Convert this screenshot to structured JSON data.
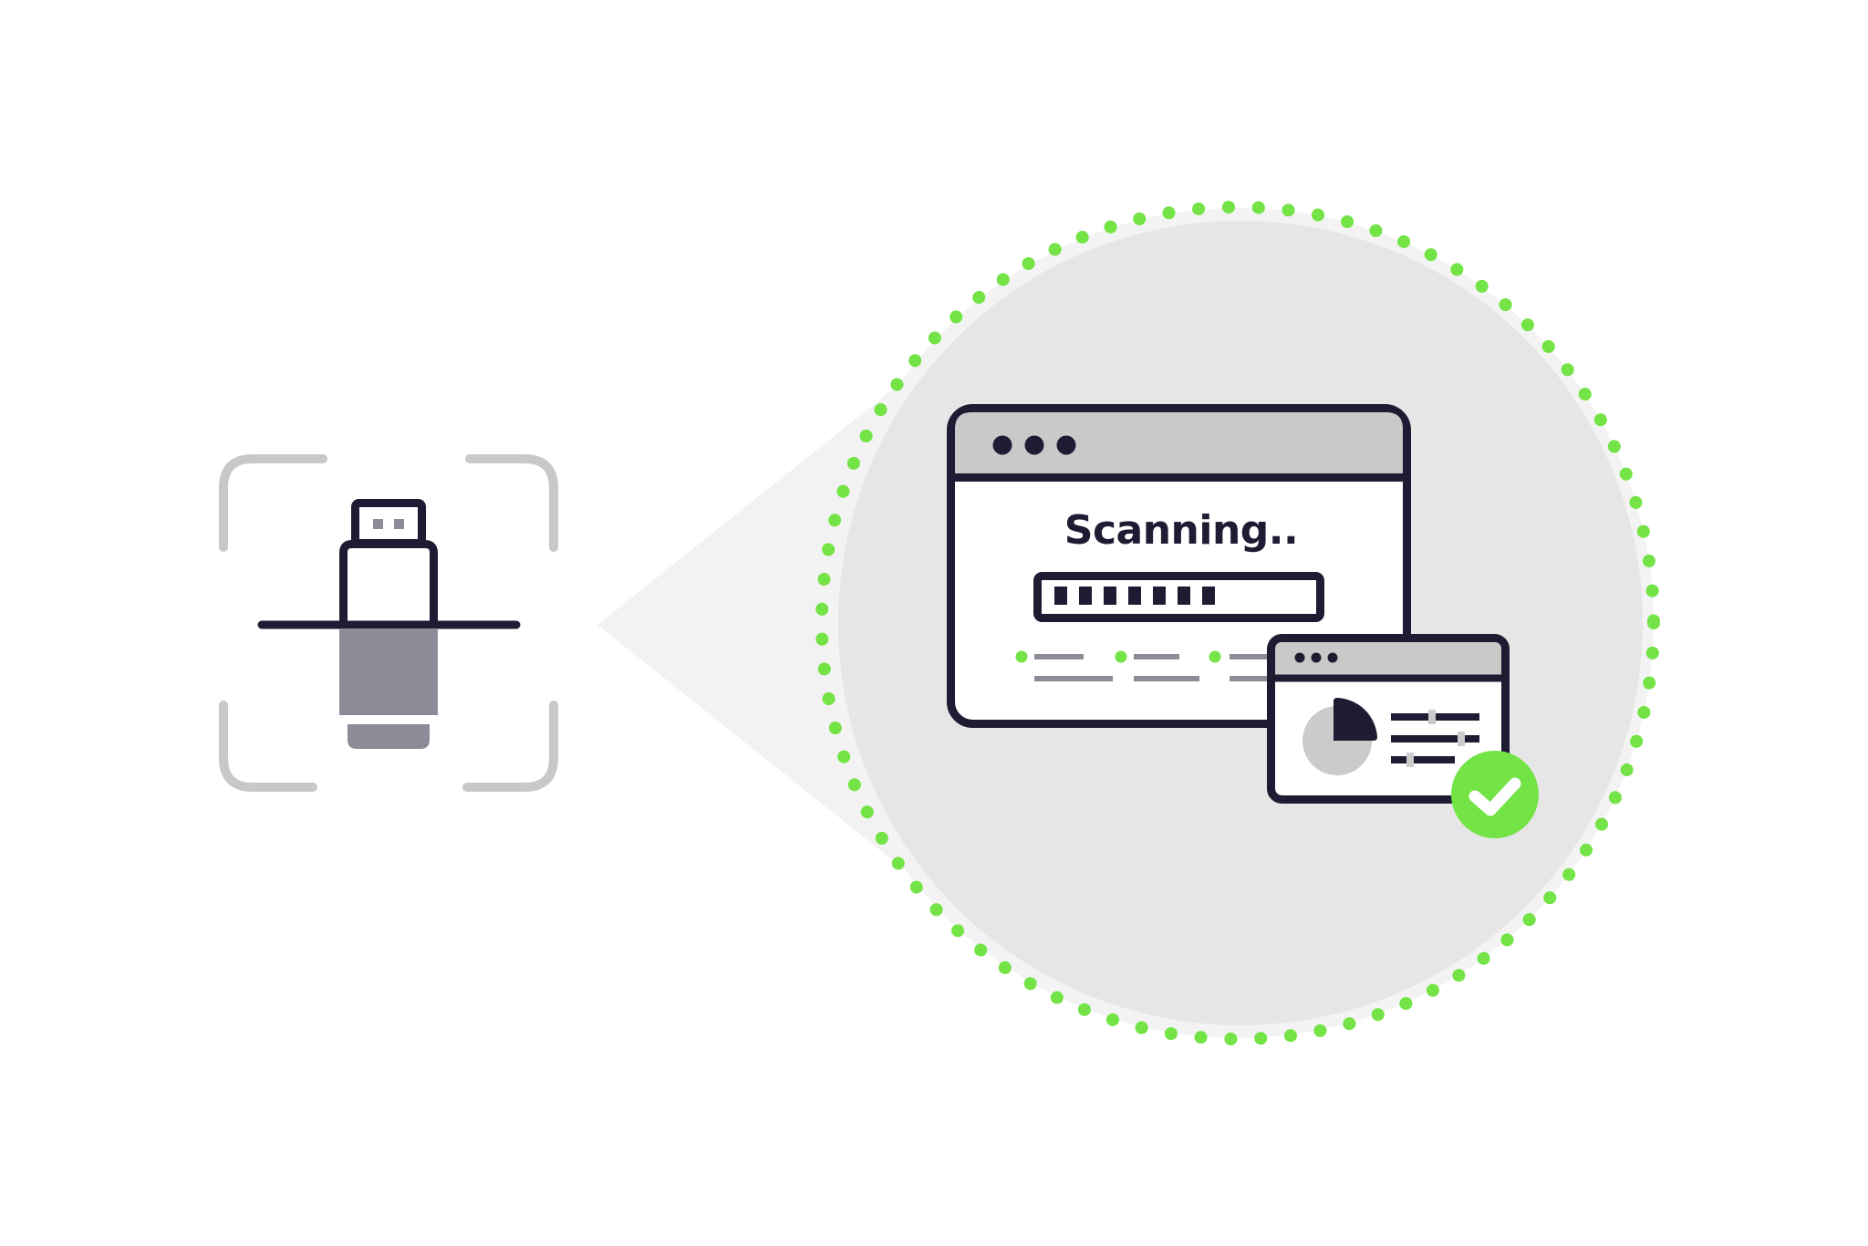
{
  "illustration": {
    "description": "USB drive being scanned, magnified view showing scanning window with success check",
    "usb_scanner": {
      "label": "usb-drive",
      "frame": "corner-brackets"
    },
    "scan_window": {
      "title_bar_dots": 3,
      "status_text": "Scanning..",
      "progress_blocks_filled": 7,
      "result_rows": 3
    },
    "result_window": {
      "title_bar_dots": 3,
      "pie_segment": "quarter",
      "sliders": 3,
      "status_icon": "check-circle-icon"
    }
  },
  "colors": {
    "background": "#ffffff",
    "outline": "#1e1b33",
    "bracket_gray": "#c8c8c8",
    "usb_fill": "#8d8b98",
    "titlebar": "#c9c9c9",
    "disc": "#e6e6e6",
    "halo": "#f3f3f3",
    "cone": "#f2f2f2",
    "accent_green": "#73e346",
    "line_gray": "#8d8b98",
    "pie_gray": "#cbcbcb"
  }
}
